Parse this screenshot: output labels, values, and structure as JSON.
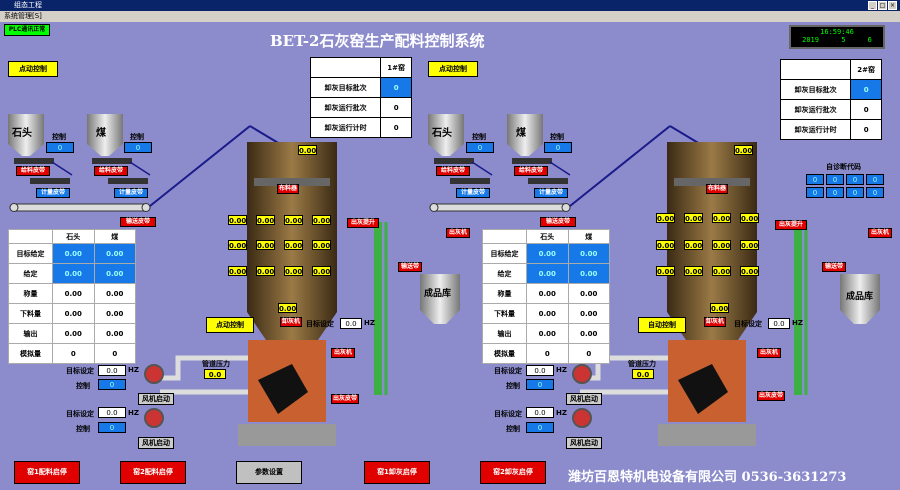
{
  "window": {
    "title": "组态工程",
    "menu": "系统管理[S]"
  },
  "status_badge": "PLC通讯正常",
  "main_title": "BET-2石灰窑生产配料控制系统",
  "clock": {
    "time": "16:59:46",
    "year": "2019",
    "month": "5",
    "day": "6"
  },
  "company": "潍坊百恩特机电设备有限公司 0536-3631273",
  "kilns": [
    {
      "manual_btn": "点动控制",
      "info_header": "1#窑",
      "info_rows": [
        {
          "label": "卸灰目标批次",
          "value": "0"
        },
        {
          "label": "卸灰运行批次",
          "value": "0"
        },
        {
          "label": "卸灰运行计时",
          "value": "0"
        }
      ],
      "hopper1": "石头",
      "hopper2": "煤",
      "ctrl_label": "控制",
      "ctrl_value": "0",
      "ctrl2_value": "0",
      "feed_motor": "给料皮带",
      "feed_motor2": "给料皮带",
      "weigh_belt": "计量皮带",
      "weigh_belt2": "计量皮带",
      "lift_belt": "输送皮带",
      "top_value": "0.00",
      "top_btn": "布料器",
      "level_values": [
        "0.00",
        "0.00",
        "0.00",
        "0.00",
        "0.00",
        "0.00",
        "0.00",
        "0.00",
        "0.00",
        "0.00",
        "0.00",
        "0.00"
      ],
      "data_headers": [
        "石头",
        "煤"
      ],
      "data_rows": [
        {
          "label": "目标给定",
          "a": "0.00",
          "b": "0.00",
          "blue": true
        },
        {
          "label": "给定",
          "a": "0.00",
          "b": "0.00",
          "blue": true
        },
        {
          "label": "称量",
          "a": "0.00",
          "b": "0.00",
          "blue": false
        },
        {
          "label": "下料量",
          "a": "0.00",
          "b": "0.00",
          "blue": false
        },
        {
          "label": "输出",
          "a": "0.00",
          "b": "0.00",
          "blue": false
        },
        {
          "label": "模拟量",
          "a": "0",
          "b": "0",
          "blue": false
        }
      ],
      "mode_btn": "点动控制",
      "mid_value": "0.00",
      "discharge_btn": "卸灰机",
      "freq_label": "目标设定",
      "freq_value": "0.0",
      "freq_unit": "HZ",
      "pressure_label": "管道压力",
      "pressure_value": "0.0",
      "fan1_target_label": "目标设定",
      "fan1_target": "0.0",
      "fan1_unit": "HZ",
      "fan1_ctrl_label": "控制",
      "fan1_ctrl": "0",
      "fan1_btn": "风机启动",
      "fan2_target_label": "目标设定",
      "fan2_target": "0.0",
      "fan2_unit": "HZ",
      "fan2_ctrl_label": "控制",
      "fan2_ctrl": "0",
      "fan2_btn": "风机启动",
      "elevator_btn": "出灰提升",
      "product_btn": "出灰机",
      "product_btn2": "输送带",
      "storage": "成品库",
      "exhaust_btn": "出灰机",
      "exhaust_btn2": "出灰皮带"
    },
    {
      "manual_btn": "点动控制",
      "info_header": "2#窑",
      "info_rows": [
        {
          "label": "卸灰目标批次",
          "value": "0"
        },
        {
          "label": "卸灰运行批次",
          "value": "0"
        },
        {
          "label": "卸灰运行计时",
          "value": "0"
        }
      ],
      "hopper1": "石头",
      "hopper2": "煤",
      "ctrl_label": "控制",
      "ctrl_value": "0",
      "ctrl2_value": "0",
      "feed_motor": "给料皮带",
      "feed_motor2": "给料皮带",
      "weigh_belt": "计量皮带",
      "weigh_belt2": "计量皮带",
      "lift_belt": "输送皮带",
      "top_value": "0.00",
      "top_btn": "布料器",
      "level_values": [
        "0.00",
        "0.00",
        "0.00",
        "0.00",
        "0.00",
        "0.00",
        "0.00",
        "0.00",
        "0.00",
        "0.00",
        "0.00",
        "0.00"
      ],
      "data_headers": [
        "石头",
        "煤"
      ],
      "data_rows": [
        {
          "label": "目标给定",
          "a": "0.00",
          "b": "0.00",
          "blue": true
        },
        {
          "label": "给定",
          "a": "0.00",
          "b": "0.00",
          "blue": true
        },
        {
          "label": "称量",
          "a": "0.00",
          "b": "0.00",
          "blue": false
        },
        {
          "label": "下料量",
          "a": "0.00",
          "b": "0.00",
          "blue": false
        },
        {
          "label": "输出",
          "a": "0.00",
          "b": "0.00",
          "blue": false
        },
        {
          "label": "模拟量",
          "a": "0",
          "b": "0",
          "blue": false
        }
      ],
      "mode_btn": "自动控制",
      "mid_value": "0.00",
      "discharge_btn": "卸灰机",
      "freq_label": "目标设定",
      "freq_value": "0.0",
      "freq_unit": "HZ",
      "pressure_label": "管道压力",
      "pressure_value": "0.0",
      "fan1_target_label": "目标设定",
      "fan1_target": "0.0",
      "fan1_unit": "HZ",
      "fan1_ctrl_label": "控制",
      "fan1_ctrl": "0",
      "fan1_btn": "风机启动",
      "fan2_target_label": "目标设定",
      "fan2_target": "0.0",
      "fan2_unit": "HZ",
      "fan2_ctrl_label": "控制",
      "fan2_ctrl": "0",
      "fan2_btn": "风机启动",
      "elevator_btn": "出灰提升",
      "product_btn": "出灰机",
      "product_btn2": "输送带",
      "storage": "成品库",
      "exhaust_btn": "出灰机",
      "exhaust_btn2": "出灰皮带"
    }
  ],
  "fault_code": {
    "label": "自诊断代码",
    "values": [
      "0",
      "0",
      "0",
      "0",
      "0",
      "0",
      "0",
      "0"
    ]
  },
  "bottom_buttons": [
    {
      "label": "窑1配料启停",
      "color": "#e00000"
    },
    {
      "label": "窑2配料启停",
      "color": "#e00000"
    },
    {
      "label": "参数设置",
      "color": "#c0c0c0"
    },
    {
      "label": "窑1卸灰启停",
      "color": "#e00000"
    },
    {
      "label": "窑2卸灰启停",
      "color": "#e00000"
    }
  ]
}
